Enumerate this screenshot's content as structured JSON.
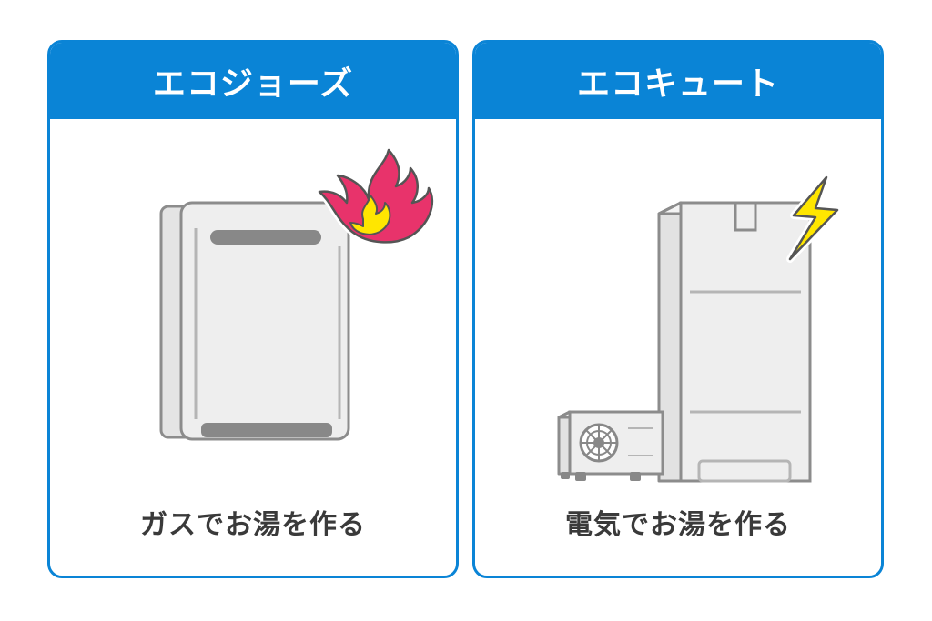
{
  "cards": [
    {
      "title": "エコジョーズ",
      "caption": "ガスでお湯を作る",
      "icon": "flame-icon"
    },
    {
      "title": "エコキュート",
      "caption": "電気でお湯を作る",
      "icon": "lightning-icon"
    }
  ],
  "colors": {
    "accent": "#0a84d6",
    "flame_outer": "#e8336b",
    "flame_inner": "#ffe600",
    "bolt": "#ffe600",
    "appliance_body": "#eeeeee",
    "appliance_outline": "#8c8c8c",
    "appliance_dark": "#888888",
    "caption_text": "#3a3a3a"
  }
}
